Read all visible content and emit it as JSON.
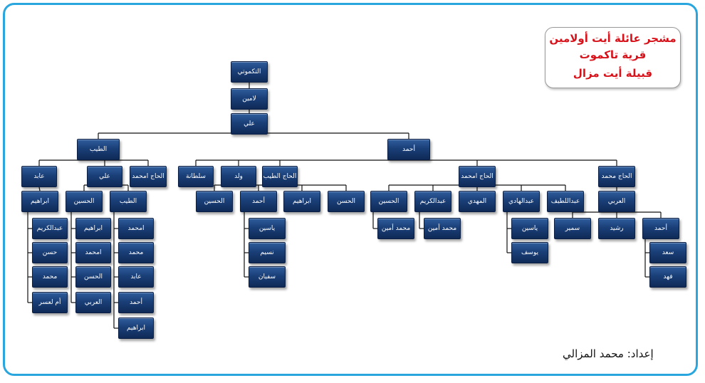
{
  "title": {
    "line1": "مشجر عائلة أيت أولامين",
    "line2": "قرية تاكموت",
    "line3": "قبيلة أيت مزال"
  },
  "credit": "إعداد: محمد المزالي",
  "colors": {
    "node": "#1a3f78",
    "line": "#111111",
    "frame": "#2aa6df",
    "title": "#d6131b"
  },
  "nodes": {
    "root": "التكموتي",
    "lamine": "لامين",
    "ali": "علي",
    "tayeb": "الطيب",
    "ahmed": "أحمد",
    "abed": "عابد",
    "ali2": "علي",
    "hajimhamed": "الحاج امحمد",
    "ibrahim_a": "ابراهيم",
    "hussein_a": "الحسين",
    "tayeb2": "الطيب",
    "abdelkrim_a": "عبدالكريم",
    "hassan_a": "حسن",
    "mohamed_a": "محمد",
    "omlaasar": "أم لعسر",
    "ibrahim_b": "ابراهيم",
    "mhamed_b": "امحمد",
    "hassan_b": "الحسن",
    "arbi_b": "العربي",
    "mhamed_c": "امحمد",
    "mohamed_c": "محمد",
    "abed_c": "عابد",
    "ahmed_c": "أحمد",
    "ibrahim_c": "ابراهيم",
    "sultana": "سلطانة",
    "walad": "ولد",
    "hajtayeb": "الحاج الطيب",
    "hajmhamed2": "الحاج امحمد",
    "hajmohamed": "الحاج محمد",
    "hussein_d": "الحسين",
    "ahmed_d": "أحمد",
    "ibrahim_d": "ابراهيم",
    "hassan_d": "الحسن",
    "yassine_d": "ياسين",
    "nassim_d": "نسيم",
    "sofiane_d": "سفيان",
    "hussein_e": "الحسين",
    "abdelkrim_e": "عبدالكريم",
    "mehdi_e": "المهدي",
    "abdelhadi_e": "عبدالهادي",
    "abdellatif_e": "عبداللطيف",
    "mohamedamin_e1": "محمد أمين",
    "mohamedamin_e2": "محمد أمين",
    "yassine_e": "ياسين",
    "youssef_e": "يوسف",
    "arbi_f": "العربي",
    "samir_f": "سمير",
    "rachid_f": "رشيد",
    "ahmed_f": "أحمد",
    "saad_f": "سعد",
    "fahd_f": "فهد"
  }
}
